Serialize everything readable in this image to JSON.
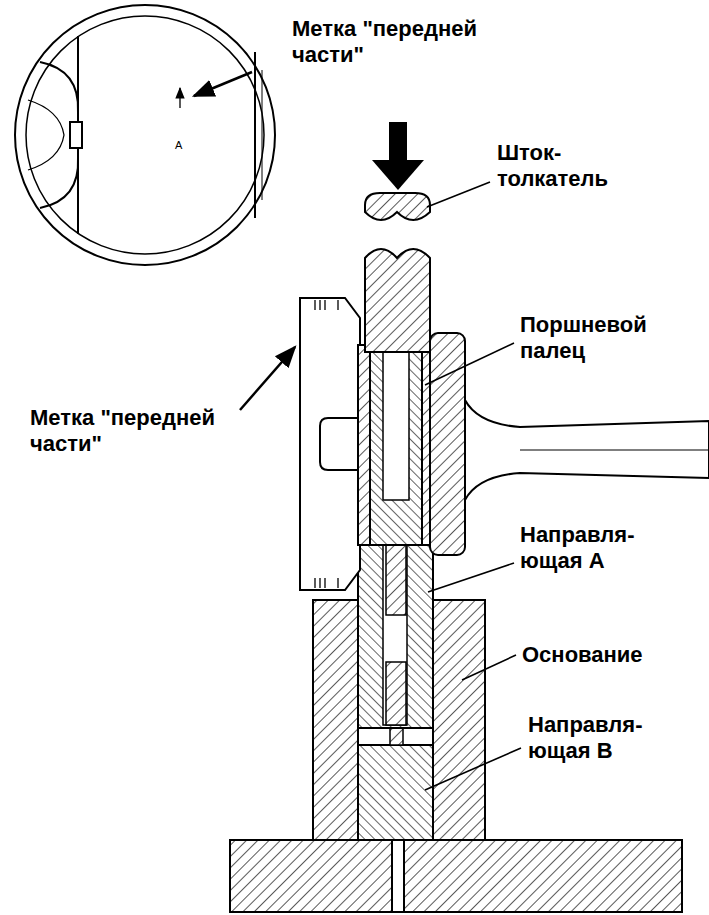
{
  "diagram": {
    "labels": [
      "Метка \"передней части\"",
      "A",
      "Шток-толкатель",
      "Поршневой палец",
      "Метка \"передней части\"",
      "Направля-ющая A",
      "Основание",
      "Направля-ющая B"
    ]
  }
}
